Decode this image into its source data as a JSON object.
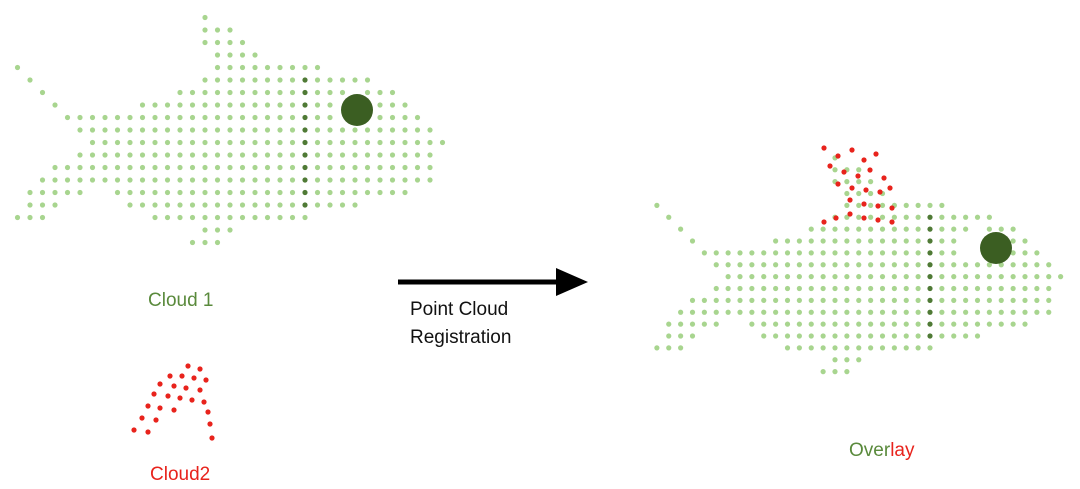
{
  "labels": {
    "cloud1": "Cloud 1",
    "cloud2": "Cloud2",
    "arrow_line1": "Point Cloud",
    "arrow_line2": "Registration",
    "overlay_part1": "Over",
    "overlay_part2": "lay"
  },
  "colors": {
    "light_green_point": "#a8d58f",
    "dark_green_point": "#4f7a35",
    "eye": "#3b5e22",
    "red_point": "#e8231c",
    "arrow": "#000000"
  }
}
